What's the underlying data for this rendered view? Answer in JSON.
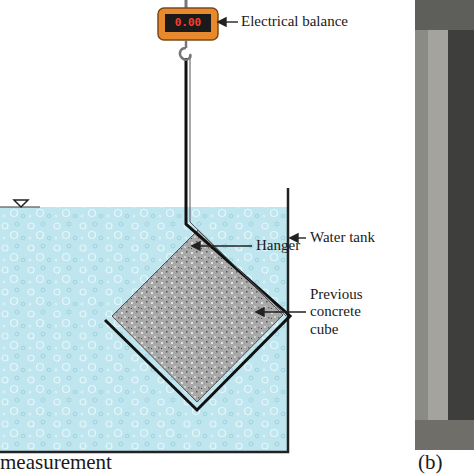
{
  "diagram": {
    "labels": [
      "0.00",
      "Electrical balance",
      "Hanger",
      "Water tank",
      "Previous concrete cube",
      "measurement",
      "(b)"
    ]
  }
}
